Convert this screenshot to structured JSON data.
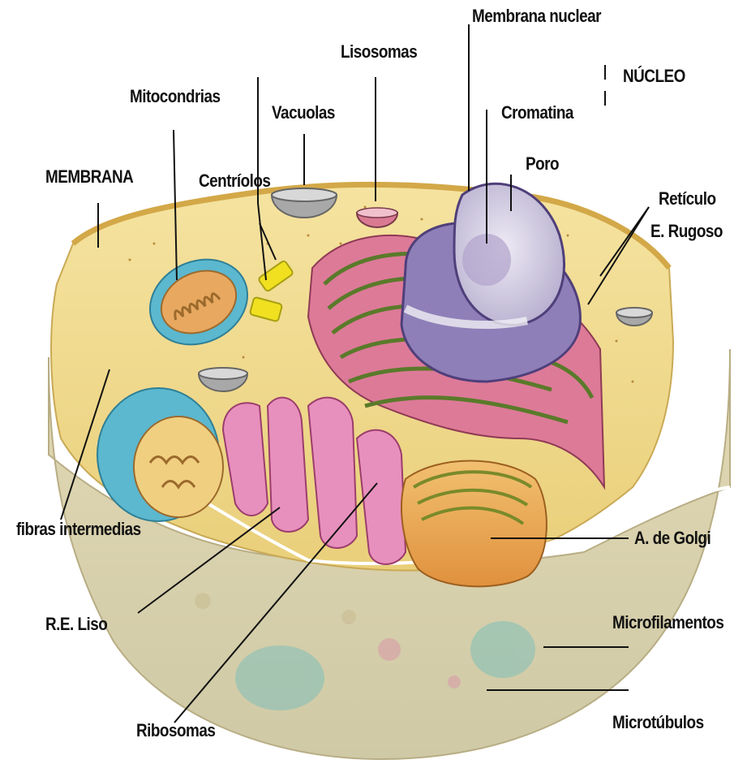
{
  "labels": {
    "membrana_nuclear": "Membrana nuclear",
    "lisosomas": "Lisosomas",
    "nucleo": "NÚCLEO",
    "mitocondrias": "Mitocondrias",
    "vacuolas": "Vacuolas",
    "cromatina": "Cromatina",
    "membrana": "MEMBRANA",
    "centriolos": "Centríolos",
    "poro": "Poro",
    "reticulo_rugoso_1": "Retículo",
    "reticulo_rugoso_2": "E. Rugoso",
    "fibras_intermedias": "fibras intermedias",
    "golgi": "A. de Golgi",
    "re_liso": "R.E. Liso",
    "microfilamentos": "Microfilamentos",
    "ribosomas": "Ribosomas",
    "microtubulos": "Microtúbulos"
  },
  "colors": {
    "cytoplasm": "#f0d98a",
    "cell_lower": "#d9cfa8",
    "nucleus": "#8f7fb8",
    "rough_er": "#d9708f",
    "smooth_er": "#e58fb8",
    "golgi": "#e8a550",
    "mitochondria": "#5bb0c8",
    "centrioles": "#f0e020",
    "vacuole": "#9a9a9a"
  }
}
